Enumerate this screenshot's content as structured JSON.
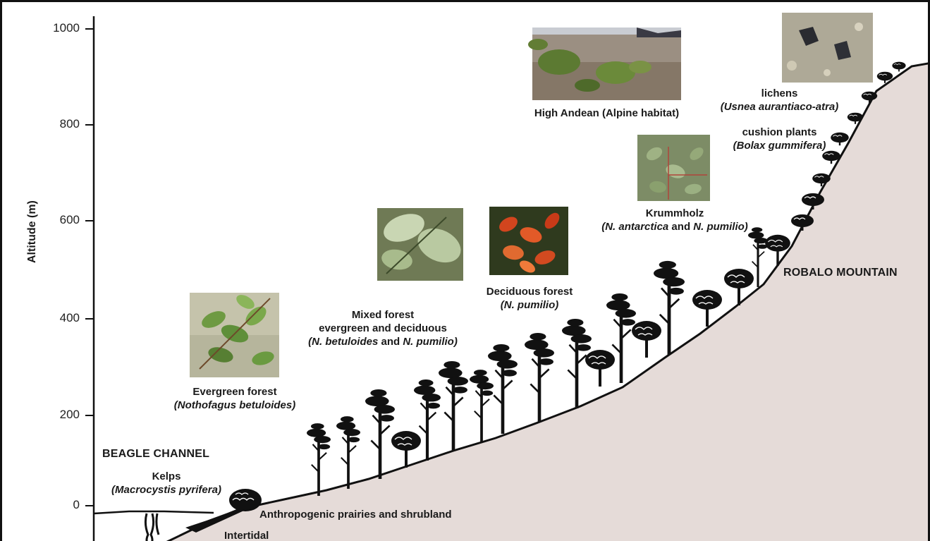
{
  "axis": {
    "ylabel": "Altitude (m)",
    "ticks": [
      "1000",
      "800",
      "600",
      "400",
      "200",
      "0"
    ]
  },
  "labels": {
    "beagle_channel": "BEAGLE CHANNEL",
    "robalo_mountain": "ROBALO MOUNTAIN",
    "kelps": "Kelps",
    "kelps_species": "(Macrocystis pyrifera)",
    "anthropogenic": "Anthropogenic prairies and shrubland",
    "intertidal": "Intertidal",
    "evergreen": "Evergreen forest",
    "evergreen_species": "(Nothofagus betuloides)",
    "mixed_line1": "Mixed forest",
    "mixed_line2": "evergreen and deciduous",
    "mixed_species_a": "(N. betuloides",
    "mixed_species_and": " and ",
    "mixed_species_b": "N. pumilio)",
    "deciduous": "Deciduous forest",
    "deciduous_species": "(N. pumilio)",
    "krummholz": "Krummholz",
    "krummholz_species_a": "(N. antarctica",
    "krummholz_species_and": " and ",
    "krummholz_species_b": "N. pumilio)",
    "high_andean": "High Andean (Alpine habitat)",
    "cushion": "cushion plants",
    "cushion_species": "(Bolax gummifera)",
    "lichens": "lichens",
    "lichens_species": "(Usnea aurantiaco-atra)"
  },
  "colors": {
    "mountain": "#e5dbd8",
    "silhouette": "#111111",
    "leaf_green": "#5f8f3a",
    "leaf_red": "#d2451e",
    "rock": "#8c7f70"
  }
}
